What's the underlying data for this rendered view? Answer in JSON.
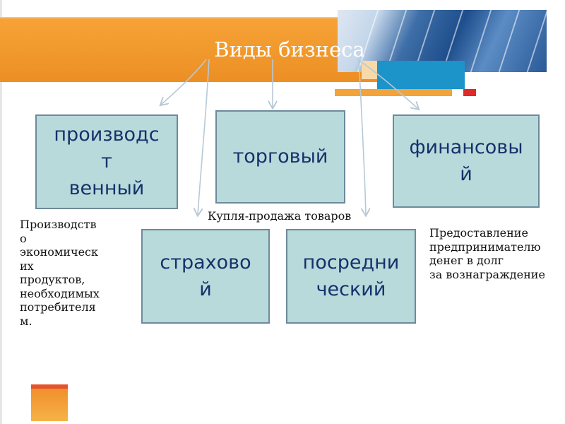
{
  "title": "Виды бизнеса",
  "boxes": {
    "production": "производс\nт\nвенный",
    "trade": "торговый",
    "financial": "финансовы\nй",
    "insurance": "страхово\nй",
    "intermediary": "посредни\nческий"
  },
  "notes": {
    "production": "Производств\nо\nэкономическ\nих\nпродуктов,\nнеобходимых\nпотребителя\nм.",
    "trade": "Купля-продажа товаров",
    "financial": "Предоставление\nпредпринимателю\nденег в долг\nза вознаграждение"
  },
  "colors": {
    "banner": "#f19a2e",
    "box_fill": "#b9dadb",
    "box_border": "#6d8a9c",
    "box_text": "#14326a",
    "arrow": "#b7c9d6"
  }
}
